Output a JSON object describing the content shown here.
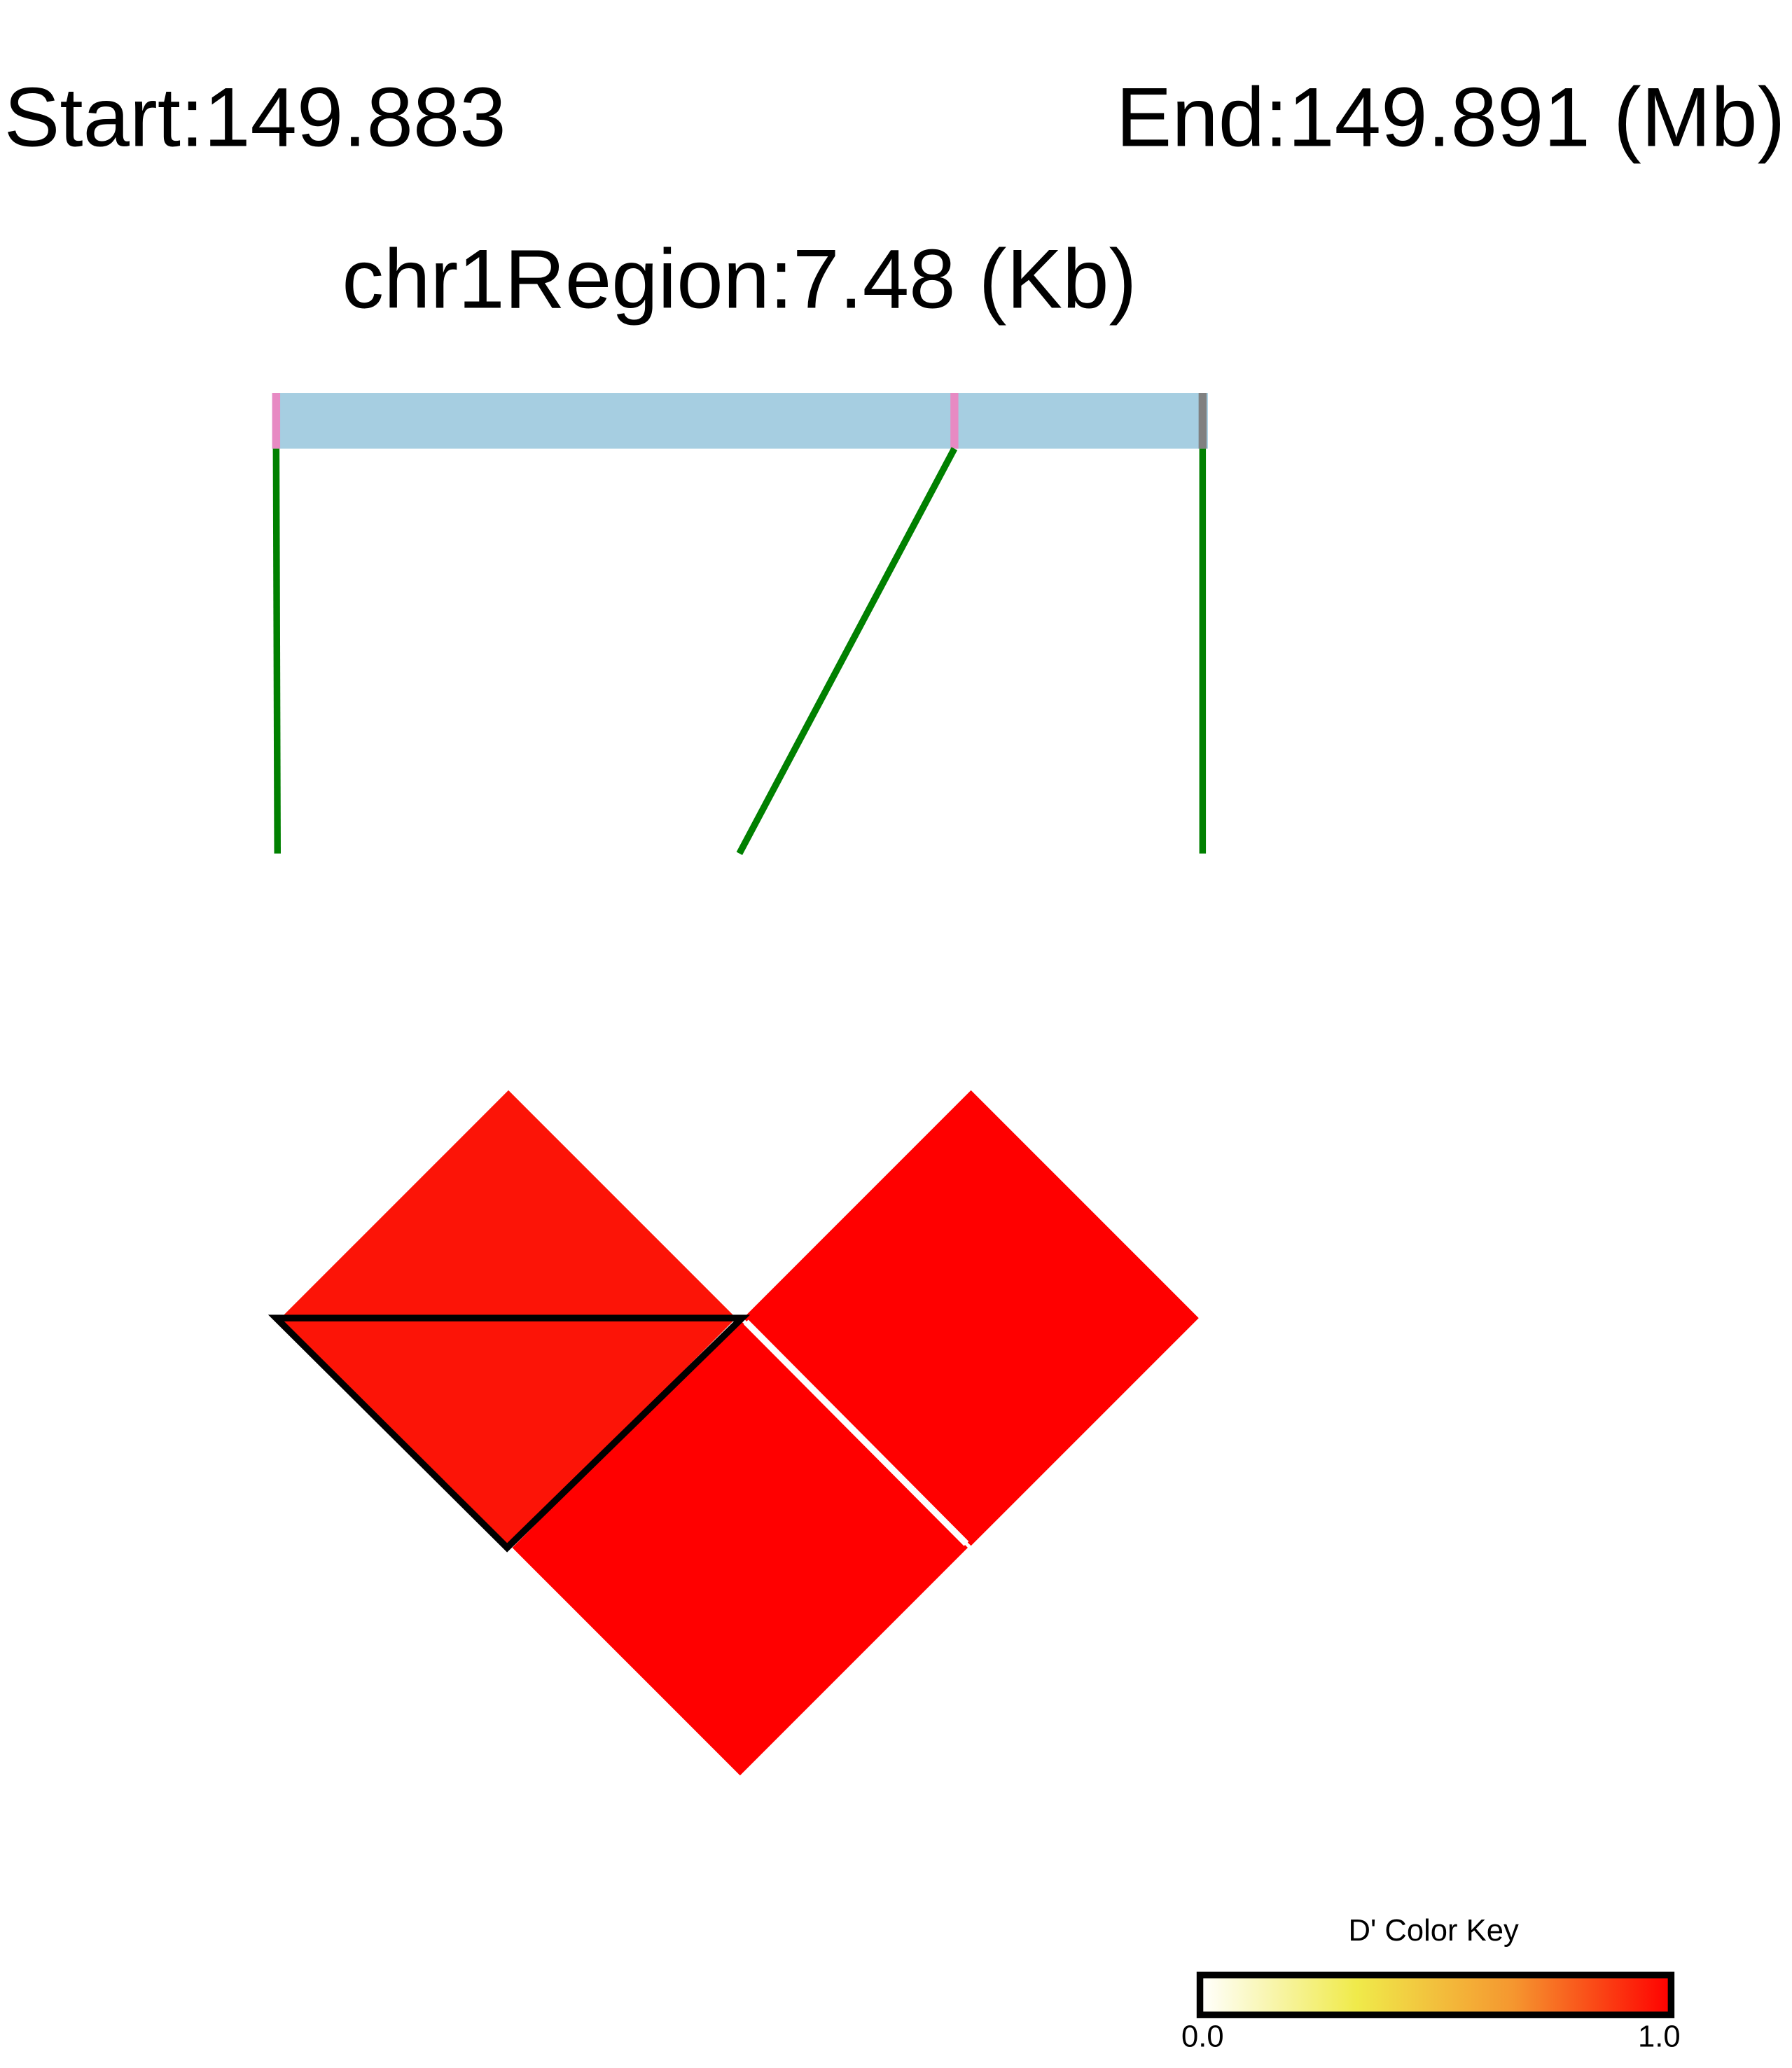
{
  "header": {
    "start_label": "Start:149.883",
    "region_label": "chr1Region:7.48 (Kb)",
    "end_label": "End:149.891 (Mb)"
  },
  "track": {
    "bar_color": "#A6CEE1",
    "snp_marker_colors": [
      "#E78AC3",
      "#E78AC3",
      "#808080"
    ],
    "connector_color": "#008000"
  },
  "ld_matrix": {
    "metric": "D'",
    "snp_count": 3,
    "pairs": [
      {
        "i": 1,
        "j": 2,
        "value": 0.97,
        "color": "#FC1407"
      },
      {
        "i": 2,
        "j": 3,
        "value": 1.0,
        "color": "#FF0000"
      },
      {
        "i": 1,
        "j": 3,
        "value": 1.0,
        "color": "#FF0000"
      }
    ],
    "block": {
      "snps": [
        1,
        2
      ],
      "outline_color": "#000000"
    }
  },
  "color_key": {
    "title": "D' Color Key",
    "min_label": "0.0",
    "max_label": "1.0",
    "gradient": [
      "#FFFFFF",
      "#F0EA4A",
      "#F5962F",
      "#FF0000"
    ]
  }
}
